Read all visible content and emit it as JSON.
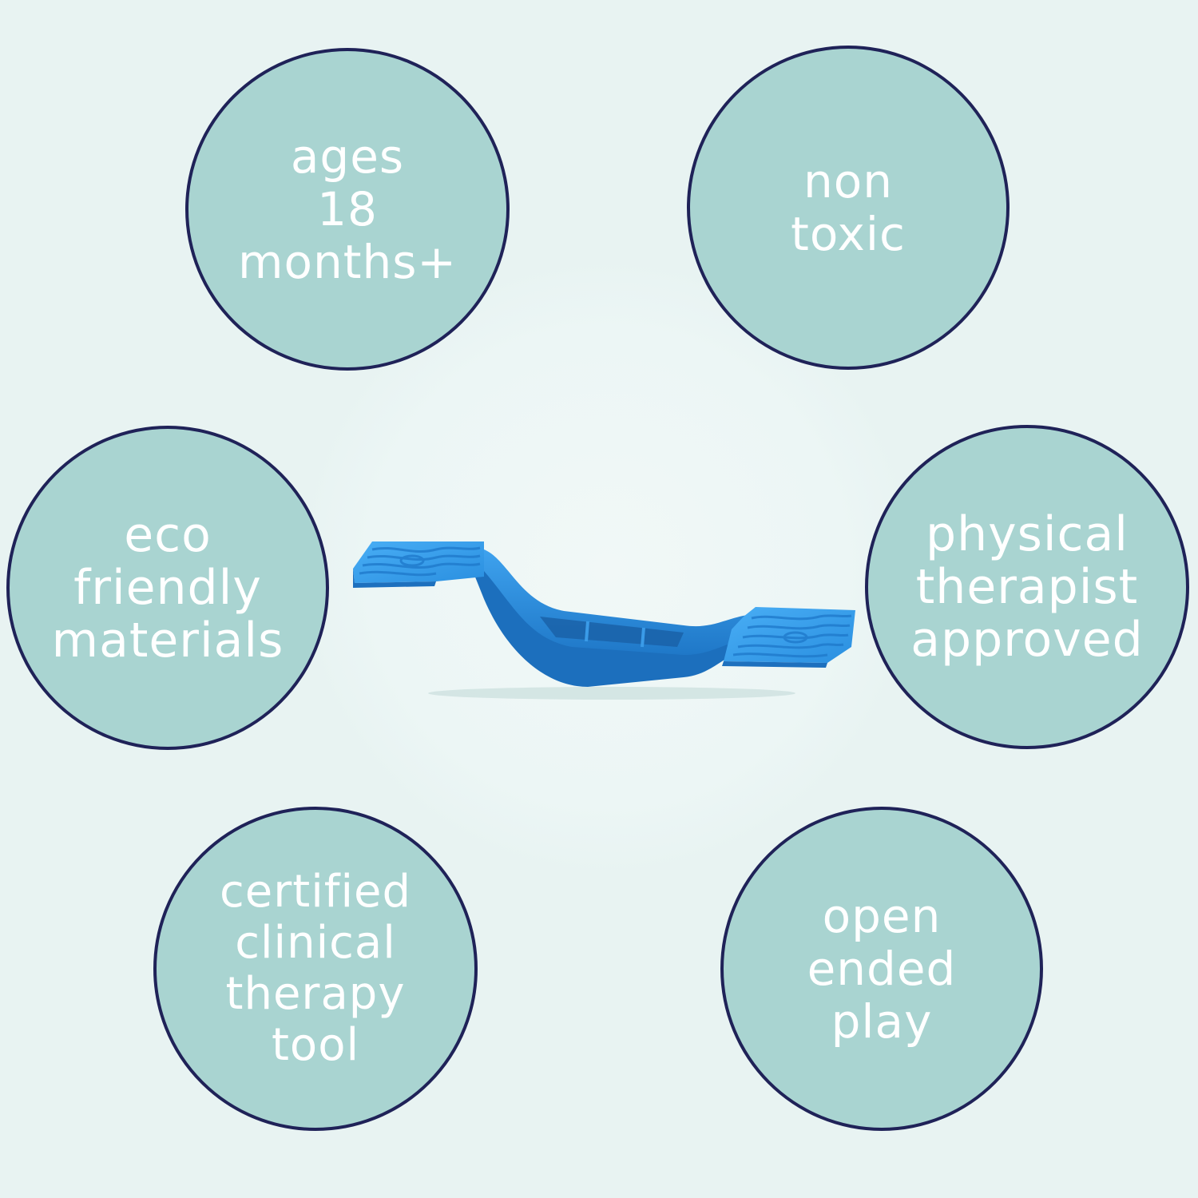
{
  "colors": {
    "background": "#e8f3f2",
    "badge_fill": "#a9d4d1",
    "badge_border": "#1f2258",
    "badge_text": "#ffffff",
    "product": "#2a8fe0"
  },
  "product_image": {
    "icon": "balance-board-icon"
  },
  "badges": [
    {
      "lines": [
        "ages",
        "18",
        "months+"
      ]
    },
    {
      "lines": [
        "non",
        "toxic"
      ]
    },
    {
      "lines": [
        "eco",
        "friendly",
        "materials"
      ]
    },
    {
      "lines": [
        "physical",
        "therapist",
        "approved"
      ]
    },
    {
      "lines": [
        "certified",
        "clinical",
        "therapy",
        "tool"
      ]
    },
    {
      "lines": [
        "open",
        "ended",
        "play"
      ]
    }
  ]
}
